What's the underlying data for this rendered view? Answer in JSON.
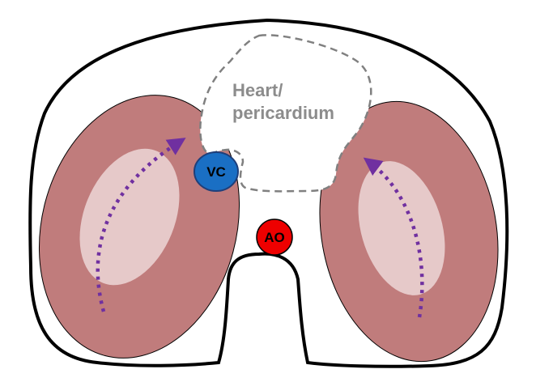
{
  "labels": {
    "heart_line1": "Heart/",
    "heart_line2": "pericardium",
    "vc": "VC",
    "ao": "AO"
  },
  "colors": {
    "outline": "#000000",
    "lung_fill": "#c07c7c",
    "lung_inner": "#e6c9c9",
    "heart_dash": "#808080",
    "heart_text": "#8c8c8c",
    "vc_fill": "#1a6fc4",
    "vc_stroke": "#1f3f7a",
    "ao_fill": "#ee0000",
    "arrow": "#7030a0"
  },
  "icons": {
    "left_arrow": "dotted-upward-arrow",
    "right_arrow": "dotted-upward-arrow"
  }
}
